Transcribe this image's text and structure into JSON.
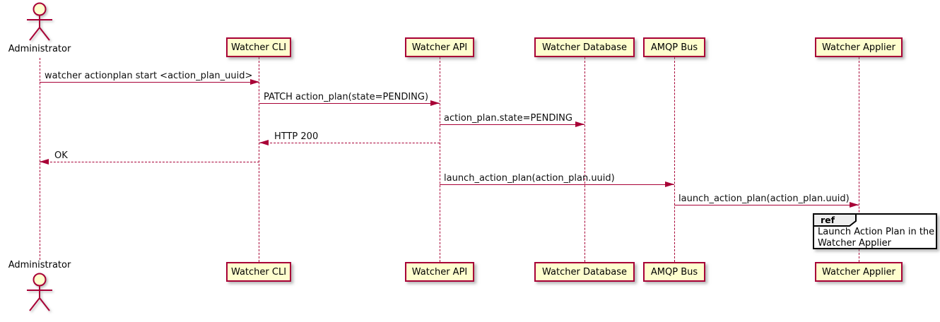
{
  "diagram": {
    "type": "plantuml-sequence",
    "colors": {
      "accent": "#A80036",
      "participant_fill": "#FEFECE",
      "lifeline": "#A80036",
      "ref_border": "#000000",
      "ref_header_fill": "#EEEEEE",
      "text": "#000000"
    },
    "participants": [
      {
        "label": "Administrator",
        "kind": "actor"
      },
      {
        "label": "Watcher CLI",
        "kind": "participant"
      },
      {
        "label": "Watcher API",
        "kind": "participant"
      },
      {
        "label": "Watcher Database",
        "kind": "participant"
      },
      {
        "label": "AMQP Bus",
        "kind": "participant"
      },
      {
        "label": "Watcher Applier",
        "kind": "participant"
      }
    ],
    "messages": [
      {
        "from": "Administrator",
        "to": "Watcher CLI",
        "label": "watcher actionplan start <action_plan_uuid>",
        "style": "solid"
      },
      {
        "from": "Watcher CLI",
        "to": "Watcher API",
        "label": "PATCH action_plan(state=PENDING)",
        "style": "solid"
      },
      {
        "from": "Watcher API",
        "to": "Watcher Database",
        "label": "action_plan.state=PENDING",
        "style": "solid"
      },
      {
        "from": "Watcher API",
        "to": "Watcher CLI",
        "label": "HTTP 200",
        "style": "dashed"
      },
      {
        "from": "Watcher CLI",
        "to": "Administrator",
        "label": "OK",
        "style": "dashed"
      },
      {
        "from": "Watcher API",
        "to": "AMQP Bus",
        "label": "launch_action_plan(action_plan.uuid)",
        "style": "solid"
      },
      {
        "from": "AMQP Bus",
        "to": "Watcher Applier",
        "label": "launch_action_plan(action_plan.uuid)",
        "style": "solid"
      }
    ],
    "ref": {
      "keyword": "ref",
      "over": "Watcher Applier",
      "line1": "Launch Action Plan in the",
      "line2": "Watcher Applier"
    }
  }
}
